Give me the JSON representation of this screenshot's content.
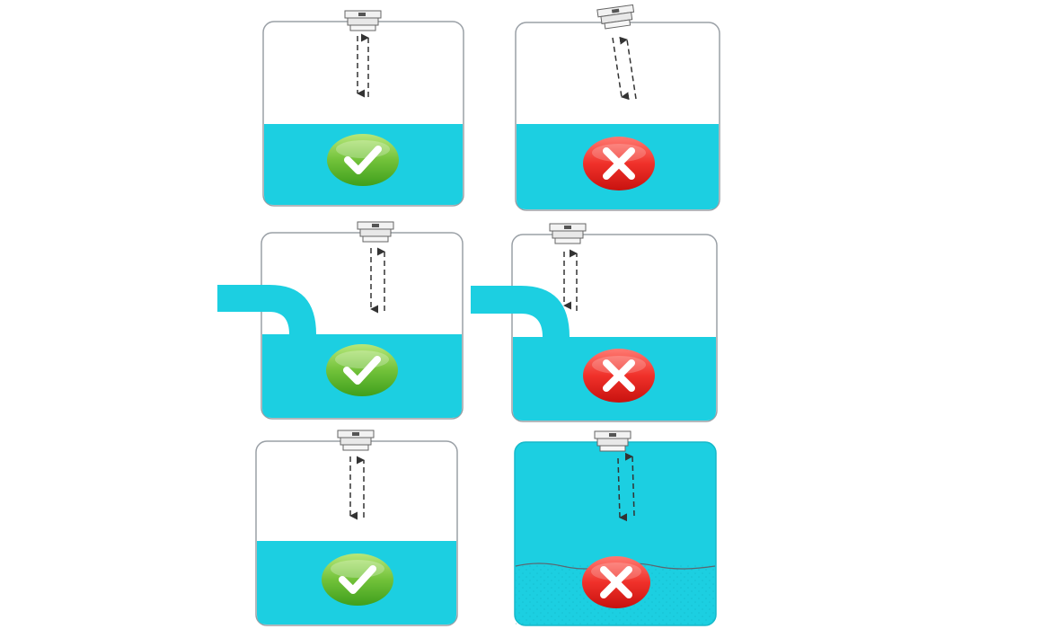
{
  "diagram": {
    "panels": [
      {
        "id": "row1-left",
        "status": "correct",
        "icon": "check-icon",
        "features": [
          "level-sensor",
          "vertical-beam"
        ]
      },
      {
        "id": "row1-right",
        "status": "incorrect",
        "icon": "cross-icon",
        "features": [
          "level-sensor",
          "tilted-beam"
        ]
      },
      {
        "id": "row2-left",
        "status": "correct",
        "icon": "check-icon",
        "features": [
          "level-sensor",
          "inlet-pipe",
          "beam-clear-of-inlet"
        ]
      },
      {
        "id": "row2-right",
        "status": "incorrect",
        "icon": "cross-icon",
        "features": [
          "level-sensor",
          "inlet-pipe",
          "beam-through-inlet"
        ]
      },
      {
        "id": "row3-left",
        "status": "correct",
        "icon": "check-icon",
        "features": [
          "level-sensor",
          "calm-surface"
        ]
      },
      {
        "id": "row3-right",
        "status": "incorrect",
        "icon": "cross-icon",
        "features": [
          "level-sensor",
          "foam-surface",
          "full-tank"
        ]
      }
    ],
    "colors": {
      "liquid": "#1ccfe1",
      "tank_border": "#9aa0a6",
      "check_light": "#8fd14f",
      "check_dark": "#3f9f1c",
      "cross_light": "#ff4c45",
      "cross_dark": "#c8120f",
      "sensor_body": "#f2f2f2",
      "beam": "#333333"
    }
  }
}
